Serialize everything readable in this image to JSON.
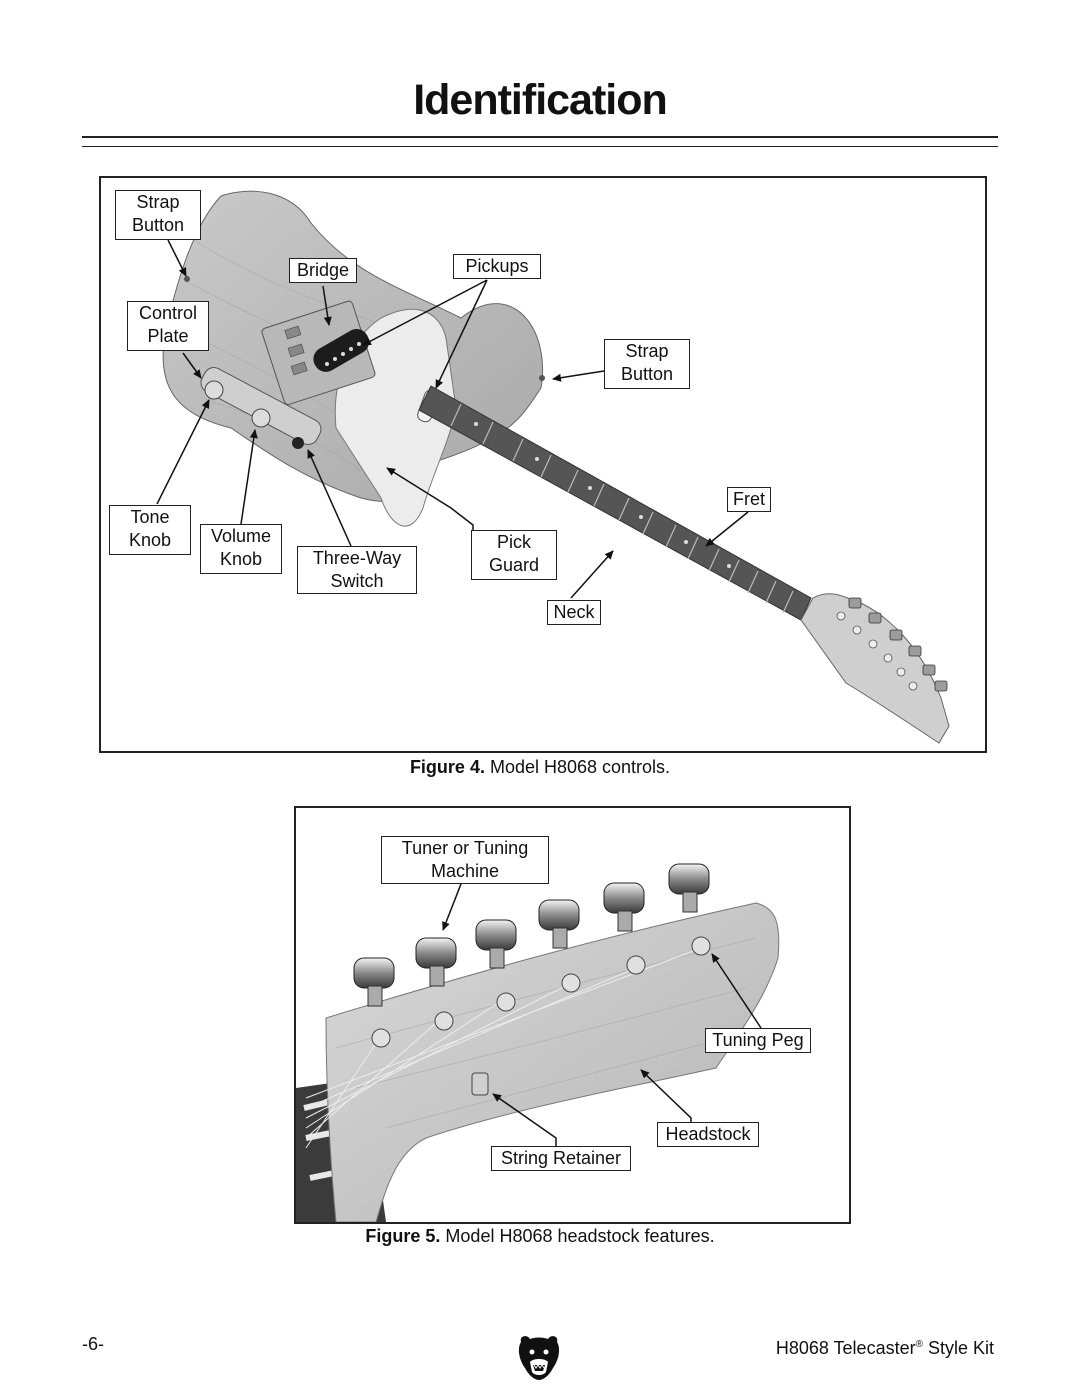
{
  "page": {
    "title": "Identification",
    "page_number": "-6-",
    "footer_title_pre": "H8068 Telecaster",
    "footer_reg": "®",
    "footer_title_post": " Style Kit"
  },
  "figure4": {
    "caption_label": "Figure 4.",
    "caption_text": " Model H8068 controls.",
    "callouts": {
      "strap_button_top": "Strap\nButton",
      "bridge": "Bridge",
      "pickups": "Pickups",
      "control_plate": "Control\nPlate",
      "strap_button_right": "Strap\nButton",
      "fret": "Fret",
      "tone_knob": "Tone\nKnob",
      "volume_knob": "Volume\nKnob",
      "three_way_switch": "Three-Way\nSwitch",
      "pick_guard": "Pick\nGuard",
      "neck": "Neck"
    }
  },
  "figure5": {
    "caption_label": "Figure 5.",
    "caption_text": " Model H8068 headstock features.",
    "callouts": {
      "tuner": "Tuner or Tuning\nMachine",
      "tuning_peg": "Tuning Peg",
      "headstock": "Headstock",
      "string_retainer": "String Retainer"
    }
  }
}
